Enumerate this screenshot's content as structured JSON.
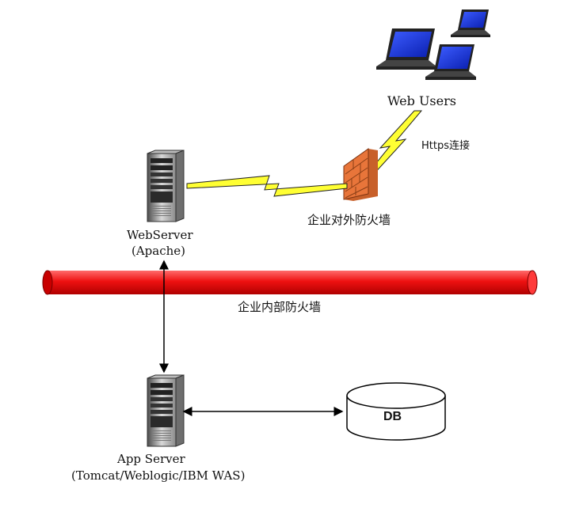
{
  "nodes": {
    "web_users": {
      "label": "Web Users"
    },
    "https_link": {
      "label": "Https连接"
    },
    "external_firewall": {
      "label": "企业对外防火墙"
    },
    "web_server": {
      "label_line1": "WebServer",
      "label_line2": "(Apache)"
    },
    "internal_firewall": {
      "label": "企业内部防火墙"
    },
    "app_server": {
      "label_line1": "App Server",
      "label_line2": "(Tomcat/Weblogic/IBM WAS)"
    },
    "db": {
      "label": "DB"
    }
  },
  "colors": {
    "internal_firewall": "#ee1111",
    "bolt": "#ffff33",
    "brick": "#e8753a",
    "monitor_blue": "#1a2fd6"
  },
  "icons": [
    "laptop-icon",
    "server-icon",
    "firewall-brick-icon",
    "database-icon",
    "lightning-bolt-icon"
  ]
}
